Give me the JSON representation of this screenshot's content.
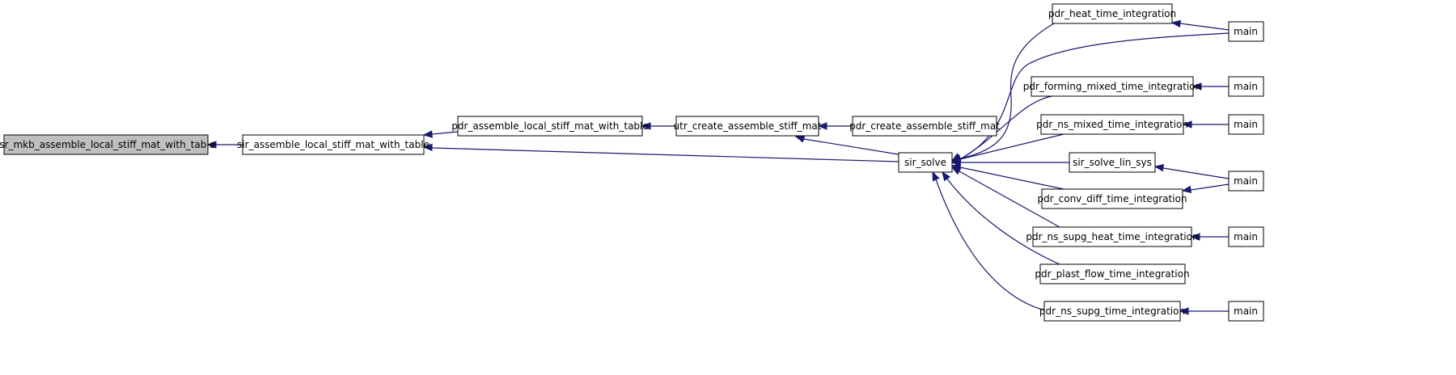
{
  "diagram": {
    "type": "call-graph",
    "colors": {
      "edge": "#191970",
      "root_fill": "#bfbfbf",
      "node_fill": "#ffffff",
      "node_stroke": "#000000"
    },
    "nodes": [
      {
        "id": "lsr",
        "label": "lsr_mkb_assemble_local_stiff_mat_with_table",
        "root": true
      },
      {
        "id": "sir_asm",
        "label": "sir_assemble_local_stiff_mat_with_table"
      },
      {
        "id": "pdr_asm",
        "label": "pdr_assemble_local_stiff_mat_with_table"
      },
      {
        "id": "utr",
        "label": "utr_create_assemble_stiff_mat"
      },
      {
        "id": "pdr_create",
        "label": "pdr_create_assemble_stiff_mat"
      },
      {
        "id": "sir_solve",
        "label": "sir_solve"
      },
      {
        "id": "heat",
        "label": "pdr_heat_time_integration"
      },
      {
        "id": "forming",
        "label": "pdr_forming_mixed_time_integration"
      },
      {
        "id": "nsmixed",
        "label": "pdr_ns_mixed_time_integration"
      },
      {
        "id": "linsys",
        "label": "sir_solve_lin_sys"
      },
      {
        "id": "convdiff",
        "label": "pdr_conv_diff_time_integration"
      },
      {
        "id": "supgheat",
        "label": "pdr_ns_supg_heat_time_integration"
      },
      {
        "id": "plast",
        "label": "pdr_plast_flow_time_integration"
      },
      {
        "id": "supg",
        "label": "pdr_ns_supg_time_integration"
      },
      {
        "id": "main1",
        "label": "main"
      },
      {
        "id": "main2",
        "label": "main"
      },
      {
        "id": "main3",
        "label": "main"
      },
      {
        "id": "main4",
        "label": "main"
      },
      {
        "id": "main5",
        "label": "main"
      },
      {
        "id": "main6",
        "label": "main"
      }
    ],
    "edges": [
      {
        "from": "sir_asm",
        "to": "lsr"
      },
      {
        "from": "pdr_asm",
        "to": "sir_asm"
      },
      {
        "from": "sir_solve",
        "to": "sir_asm"
      },
      {
        "from": "utr",
        "to": "pdr_asm"
      },
      {
        "from": "pdr_create",
        "to": "utr"
      },
      {
        "from": "sir_solve",
        "to": "utr"
      },
      {
        "from": "heat",
        "to": "sir_solve"
      },
      {
        "from": "main1",
        "to": "sir_solve"
      },
      {
        "from": "forming",
        "to": "sir_solve"
      },
      {
        "from": "nsmixed",
        "to": "sir_solve"
      },
      {
        "from": "linsys",
        "to": "sir_solve"
      },
      {
        "from": "convdiff",
        "to": "sir_solve"
      },
      {
        "from": "supgheat",
        "to": "sir_solve"
      },
      {
        "from": "plast",
        "to": "sir_solve"
      },
      {
        "from": "supg",
        "to": "sir_solve"
      },
      {
        "from": "main1",
        "to": "heat"
      },
      {
        "from": "main2",
        "to": "forming"
      },
      {
        "from": "main3",
        "to": "nsmixed"
      },
      {
        "from": "main4",
        "to": "linsys"
      },
      {
        "from": "main4",
        "to": "convdiff"
      },
      {
        "from": "main5",
        "to": "supgheat"
      },
      {
        "from": "main6",
        "to": "supg"
      }
    ]
  }
}
